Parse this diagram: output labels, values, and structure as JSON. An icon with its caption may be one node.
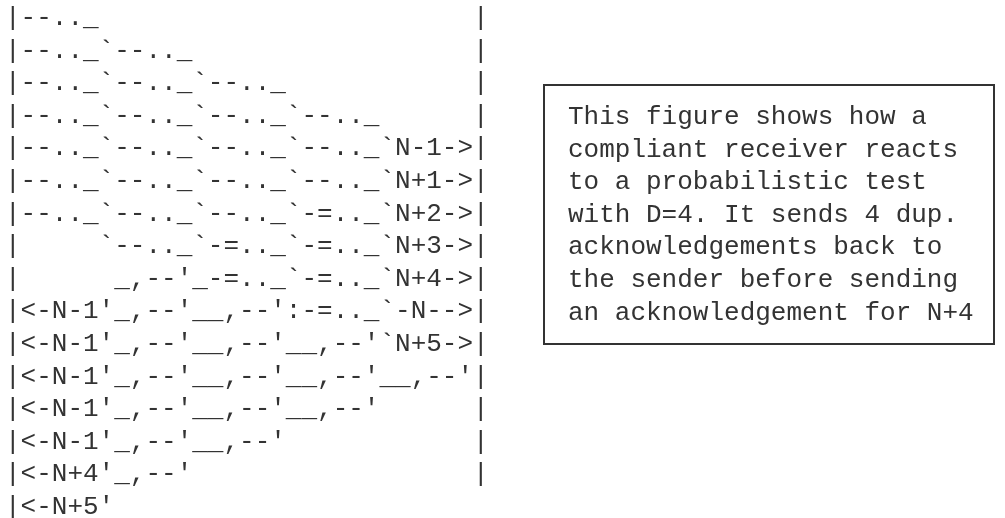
{
  "diagram": {
    "nodes": [
      {
        "text": [
          "This figure shows how a compliant receiver reacts to a probabilistic test with D=4. It sends 4 dup. acknowledgements back to the sender before sending an acknowledgement for N+4"
        ]
      }
    ],
    "edges": [],
    "labels": [
      "|--.._                        |",
      "|--.._`--.._                  |",
      "|--.._`--.._`--.._            |",
      "|--.._`--.._`--.._`--.._      |",
      "|--.._`--.._`--.._`--.._`N-1->|",
      "|--.._`--.._`--.._`--.._`N+1->|",
      "|--.._`--.._`--.._`-=.._`N+2->|",
      "|     `--.._`-=.._`-=.._`N+3->|",
      "|      _,--'_-=.._`-=.._`N+4->|",
      "|<-N-1'_,--'__,--':-=.._`-N-->|",
      "|<-N-1'_,--'__,--'__,--'`N+5->|",
      "|<-N-1'_,--'__,--'__,--'__,--'|",
      "|<-N-1'_,--'__,--'__,--'      |",
      "|<-N-1'_,--'__,--'            |",
      "|<-N+4'_,--'                  |",
      "|<-N+5'"
    ]
  }
}
